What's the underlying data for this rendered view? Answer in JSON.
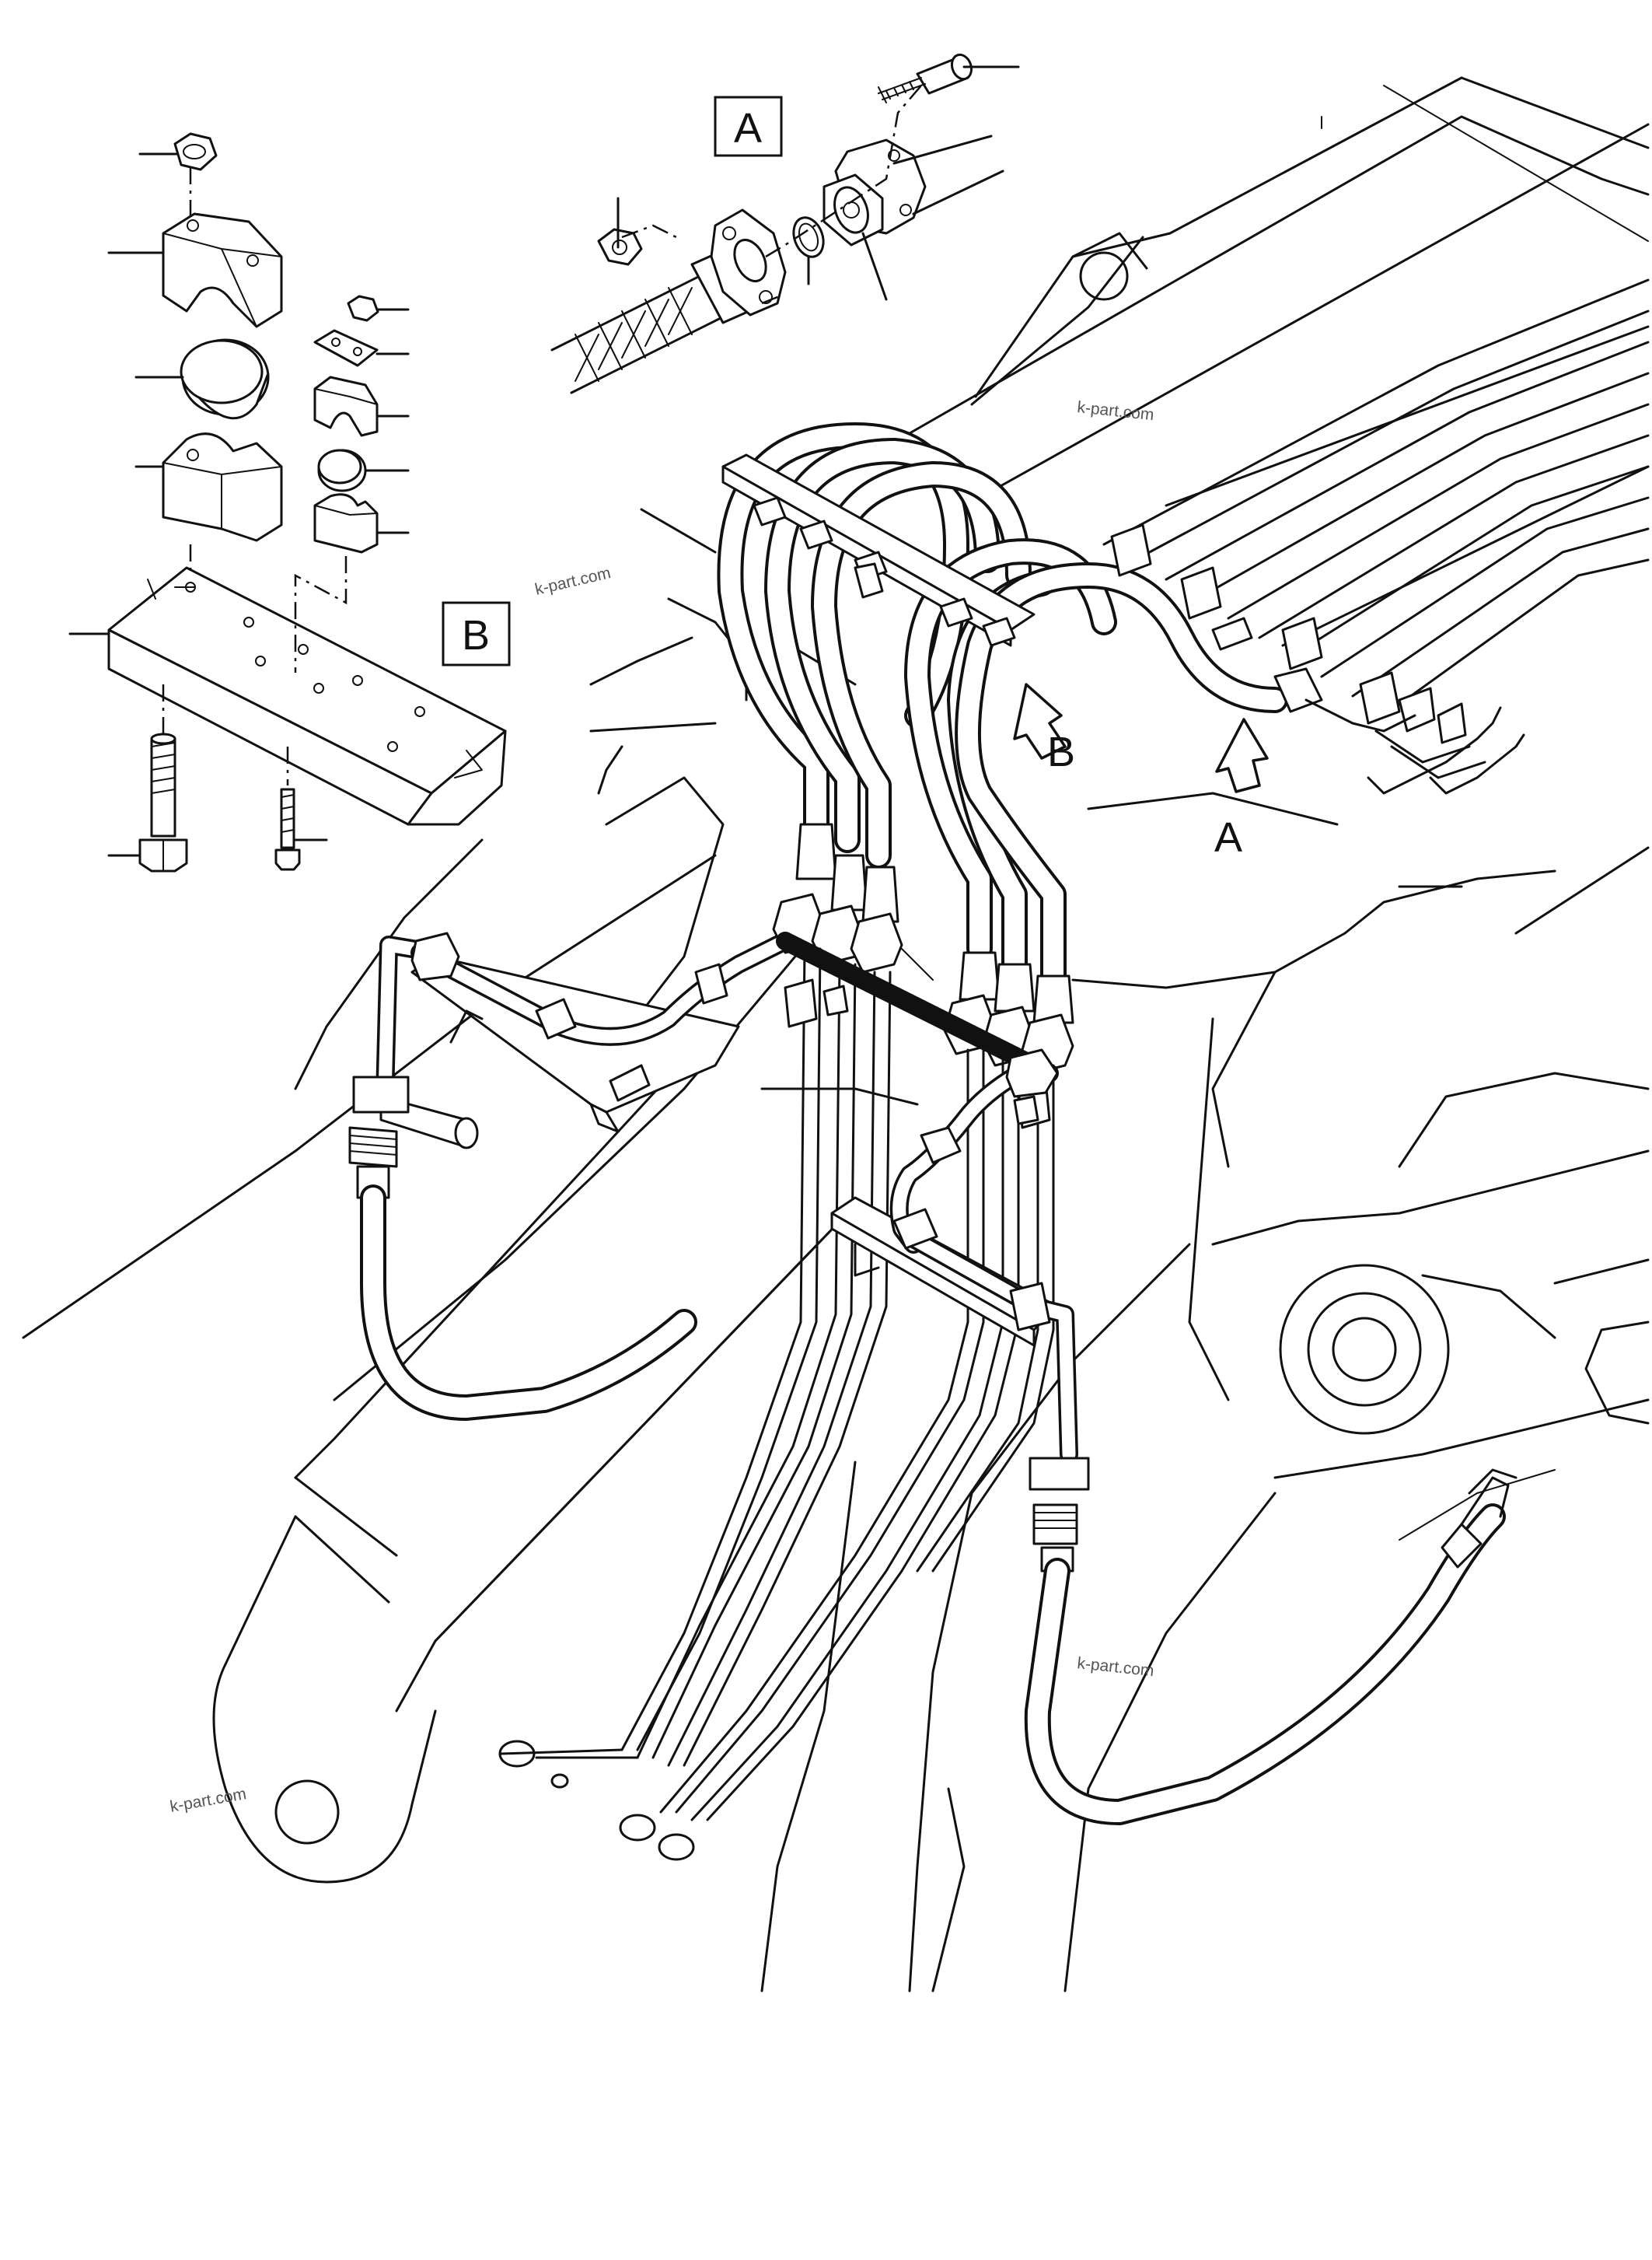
{
  "detail_labels": {
    "detail_a": "A",
    "detail_b": "B"
  },
  "arrow_labels": {
    "arrow_a": "A",
    "arrow_b": "B"
  },
  "watermarks": [
    "k-part.com",
    "k-part.com",
    "k-part.com",
    "k-part.com"
  ]
}
